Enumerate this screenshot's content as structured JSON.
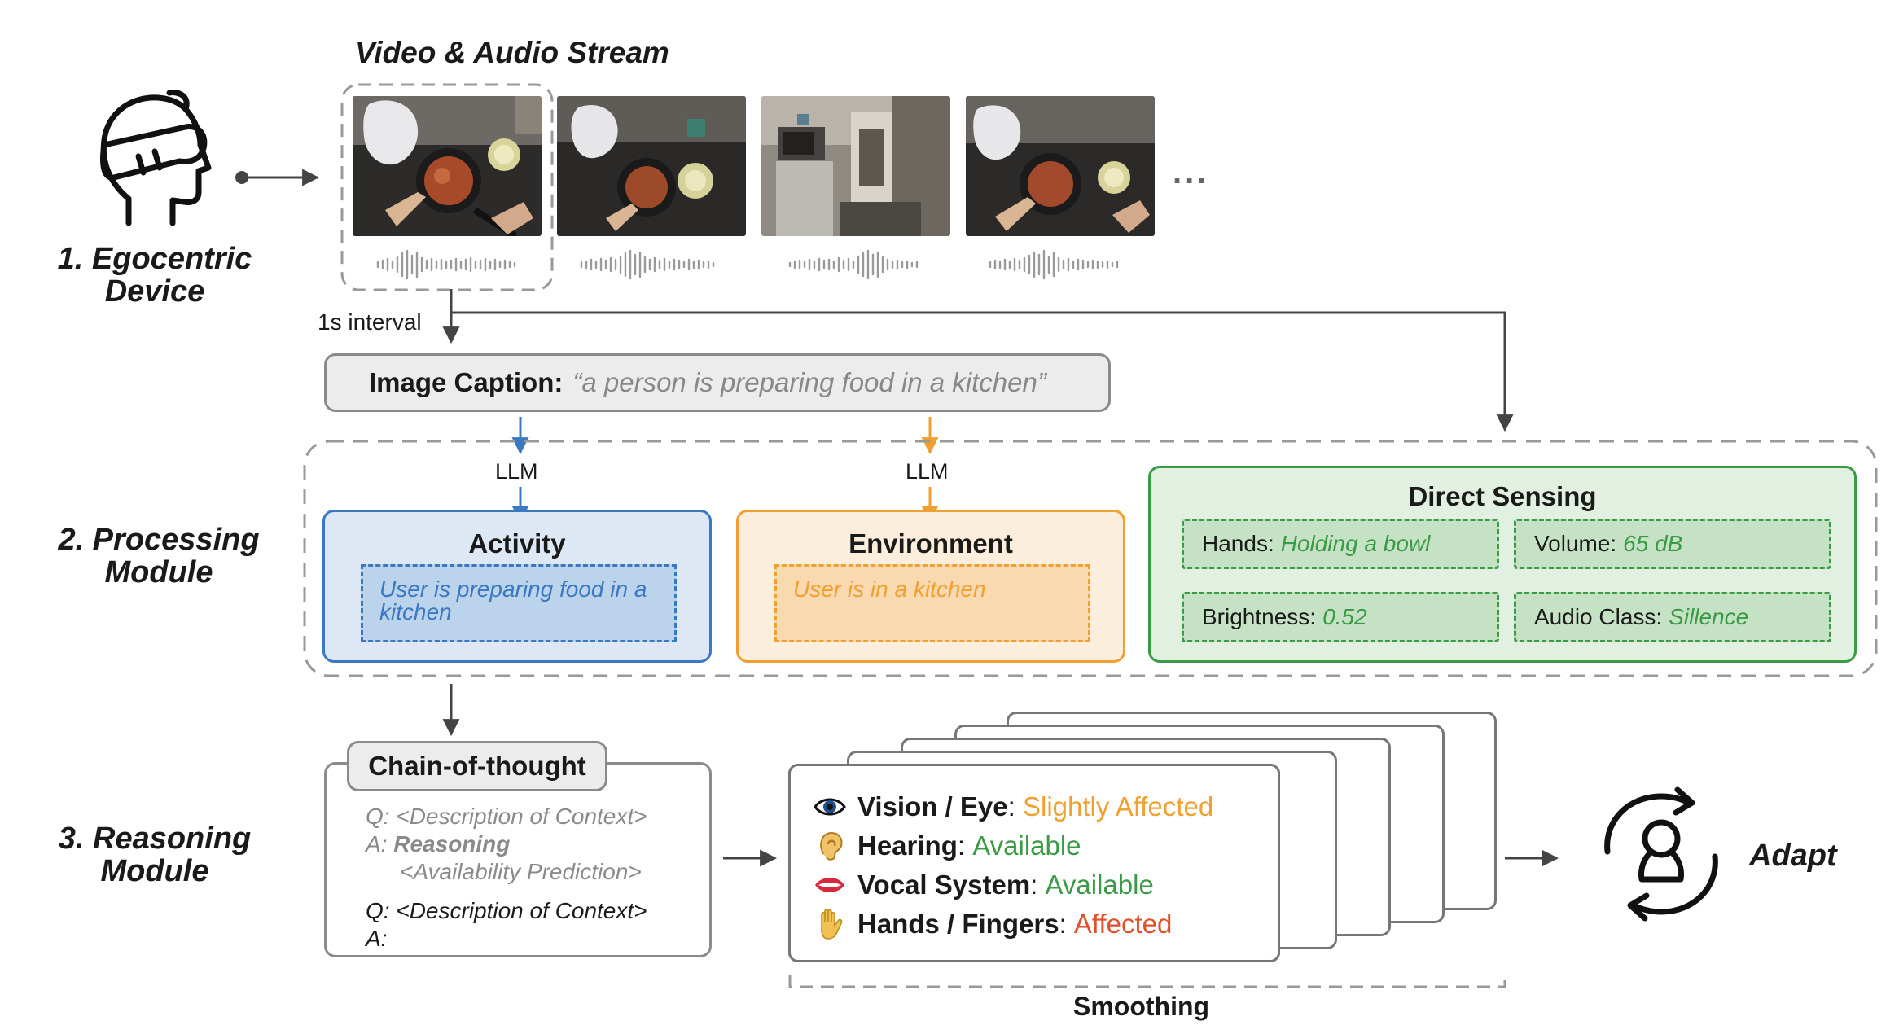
{
  "stream_title": "Video & Audio Stream",
  "ellipsis": "...",
  "stages": {
    "device": "1. Egocentric Device",
    "processing": "2. Processing Module",
    "reasoning": "3. Reasoning Module"
  },
  "interval_label": "1s interval",
  "caption": {
    "label": "Image Caption:",
    "text": "“a person is preparing food in a kitchen”"
  },
  "llm_label": "LLM",
  "activity": {
    "title": "Activity",
    "text": "User is preparing food in a kitchen",
    "color": "#3a78c2"
  },
  "environment": {
    "title": "Environment",
    "text": "User is in a kitchen",
    "color": "#f0a030"
  },
  "direct_sensing": {
    "title": "Direct Sensing",
    "color": "#3a9a45",
    "items": [
      {
        "label": "Hands:",
        "value": "Holding a bowl"
      },
      {
        "label": "Volume:",
        "value": "65 dB"
      },
      {
        "label": "Brightness:",
        "value": "0.52"
      },
      {
        "label": "Audio Class:",
        "value": "Sillence"
      }
    ]
  },
  "cot": {
    "title": "Chain-of-thought",
    "q1_prefix": "Q:",
    "q1": "<Description of Context>",
    "a1_prefix": "A:",
    "a1_bold": "Reasoning",
    "a1_pred": "<Availability Prediction>",
    "q2_prefix": "Q:",
    "q2": "<Description of Context>",
    "a2_prefix": "A:"
  },
  "availability": [
    {
      "icon": "eye-icon",
      "label": "Vision / Eye",
      "status": "Slightly Affected",
      "color": "#f0a030"
    },
    {
      "icon": "ear-icon",
      "label": "Hearing",
      "status": "Available",
      "color": "#3a9a45"
    },
    {
      "icon": "mouth-icon",
      "label": "Vocal System",
      "status": "Available",
      "color": "#3a9a45"
    },
    {
      "icon": "hand-icon",
      "label": "Hands / Fingers",
      "status": "Affected",
      "color": "#e0502a"
    }
  ],
  "smoothing_label": "Smoothing",
  "adapt_label": "Adapt"
}
